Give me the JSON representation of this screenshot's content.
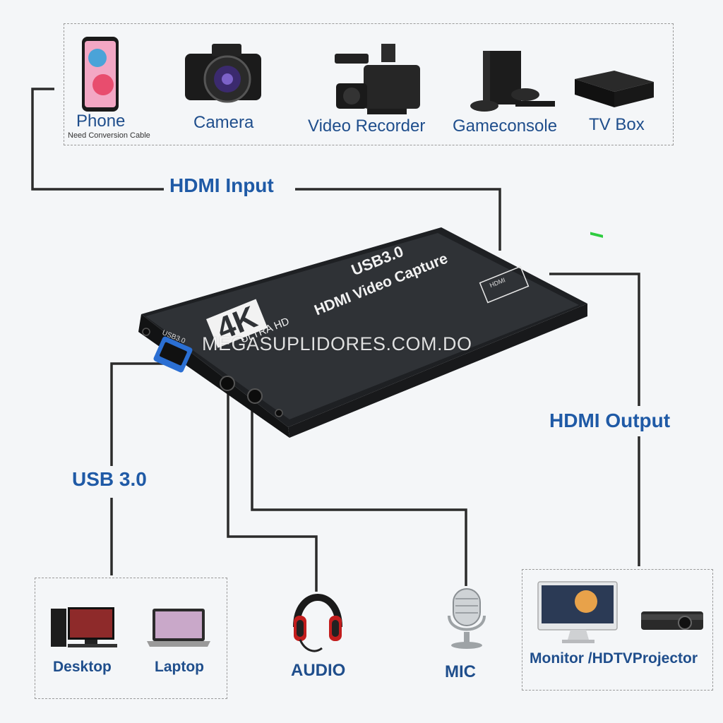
{
  "inputs": {
    "phone": {
      "label": "Phone",
      "sub": "Need Conversion Cable"
    },
    "camera": {
      "label": "Camera"
    },
    "video_recorder": {
      "label": "Video Recorder"
    },
    "gameconsole": {
      "label": "Gameconsole"
    },
    "tv_box": {
      "label": "TV Box"
    }
  },
  "connections": {
    "hdmi_input": "HDMI Input",
    "hdmi_output": "HDMI Output",
    "usb": "USB 3.0"
  },
  "device": {
    "usb_text": "USB3.0",
    "title": "HDMI Video Capture",
    "badge_4k": "4K",
    "badge_uhd": "ULTRA HD",
    "port_label": "USB3.0",
    "hdmi_small": "HDMI"
  },
  "watermark": "MEGASUPLIDORES.COM.DO",
  "outputs": {
    "desktop": "Desktop",
    "laptop": "Laptop",
    "audio": "AUDIO",
    "mic": "MIC",
    "monitor": "Monitor /HDTVProjector"
  },
  "colors": {
    "label_blue": "#1f5aa6",
    "device_body": "#2a2c2f",
    "line": "#2b2b2b"
  }
}
